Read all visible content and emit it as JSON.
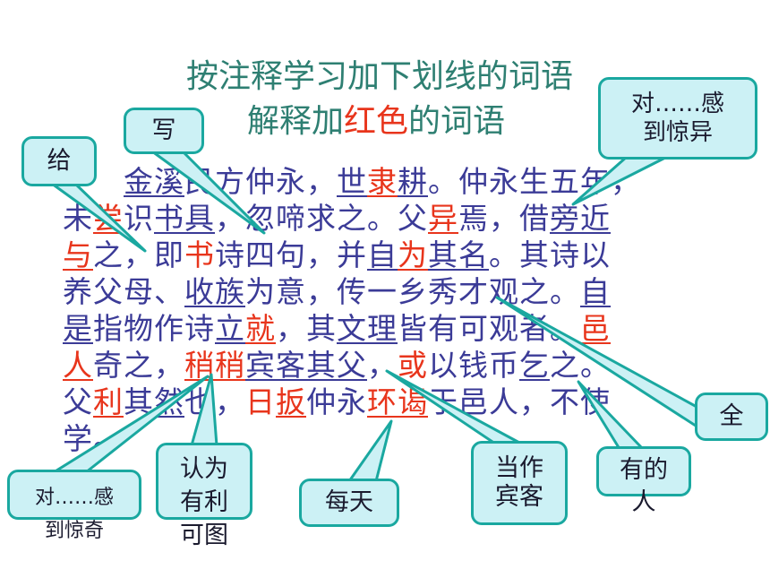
{
  "title": {
    "line1": "按注释学习加下划线的词语",
    "line2_prefix": "解释加",
    "line2_red": "红色",
    "line2_suffix": "的词语"
  },
  "passage": [
    [
      {
        "t": "　　"
      },
      {
        "t": "金溪",
        "u": true
      },
      {
        "t": "民方仲永，"
      },
      {
        "t": "世",
        "u": true
      },
      {
        "t": "隶",
        "u": true,
        "r": true
      },
      {
        "t": "耕",
        "u": true
      },
      {
        "t": "。仲永生五年，"
      }
    ],
    [
      {
        "t": "未"
      },
      {
        "t": "尝",
        "u": true,
        "r": true
      },
      {
        "t": "识"
      },
      {
        "t": "书具",
        "u": true
      },
      {
        "t": "，忽啼求之。父"
      },
      {
        "t": "异",
        "u": true,
        "r": true
      },
      {
        "t": "焉，借"
      },
      {
        "t": "旁近",
        "u": true
      }
    ],
    [
      {
        "t": "与",
        "u": true,
        "r": true
      },
      {
        "t": "之，即"
      },
      {
        "t": "书",
        "r": true
      },
      {
        "t": "诗四句，并"
      },
      {
        "t": "自",
        "u": true
      },
      {
        "t": "为",
        "u": true,
        "r": true
      },
      {
        "t": "其名",
        "u": true
      },
      {
        "t": "。其诗以"
      }
    ],
    [
      {
        "t": "养父母、"
      },
      {
        "t": "收族",
        "u": true
      },
      {
        "t": "为意，传一乡秀才观之。"
      },
      {
        "t": "自",
        "u": true
      }
    ],
    [
      {
        "t": "是",
        "u": true
      },
      {
        "t": "指物作诗"
      },
      {
        "t": "立",
        "u": true
      },
      {
        "t": "就",
        "u": true,
        "r": true
      },
      {
        "t": "，其"
      },
      {
        "t": "文理",
        "u": true
      },
      {
        "t": "皆有可观者。"
      },
      {
        "t": "邑",
        "u": true,
        "r": true
      }
    ],
    [
      {
        "t": "人",
        "u": true,
        "r": true
      },
      {
        "t": "奇"
      },
      {
        "t": "之，"
      },
      {
        "t": "稍稍",
        "u": true,
        "r": true
      },
      {
        "t": "宾客",
        "u": true
      },
      {
        "t": "其父",
        "u": true
      },
      {
        "t": "，"
      },
      {
        "t": "或",
        "r": true
      },
      {
        "t": "以钱币"
      },
      {
        "t": "乞",
        "u": true
      },
      {
        "t": "之。"
      }
    ],
    [
      {
        "t": "父"
      },
      {
        "t": "利",
        "u": true,
        "r": true
      },
      {
        "t": "其"
      },
      {
        "t": "然",
        "u": true
      },
      {
        "t": "也，"
      },
      {
        "t": "日",
        "r": true
      },
      {
        "t": "扳",
        "u": true,
        "r": true
      },
      {
        "t": "仲永"
      },
      {
        "t": "环谒",
        "u": true,
        "r": true
      },
      {
        "t": "于邑人，不使"
      }
    ],
    [
      {
        "t": "学。"
      }
    ]
  ],
  "callouts": {
    "gei": "给",
    "xie": "写",
    "dui_jingyi": [
      "对……感",
      "到惊异"
    ],
    "quan": "全",
    "youde": [
      "有的",
      "人"
    ],
    "dangzuo": [
      "当作",
      "宾客"
    ],
    "meitian": "每天",
    "renwei": [
      "认为",
      "有利",
      "可图"
    ],
    "dui_jingqi": [
      "对……感",
      "到惊奇"
    ]
  },
  "colors": {
    "title": "#2e7f72",
    "passage_text": "#3b3b97",
    "highlight_red": "#e8351c",
    "callout_fill": "#ccf1f5",
    "callout_border": "#1aa8a0"
  }
}
